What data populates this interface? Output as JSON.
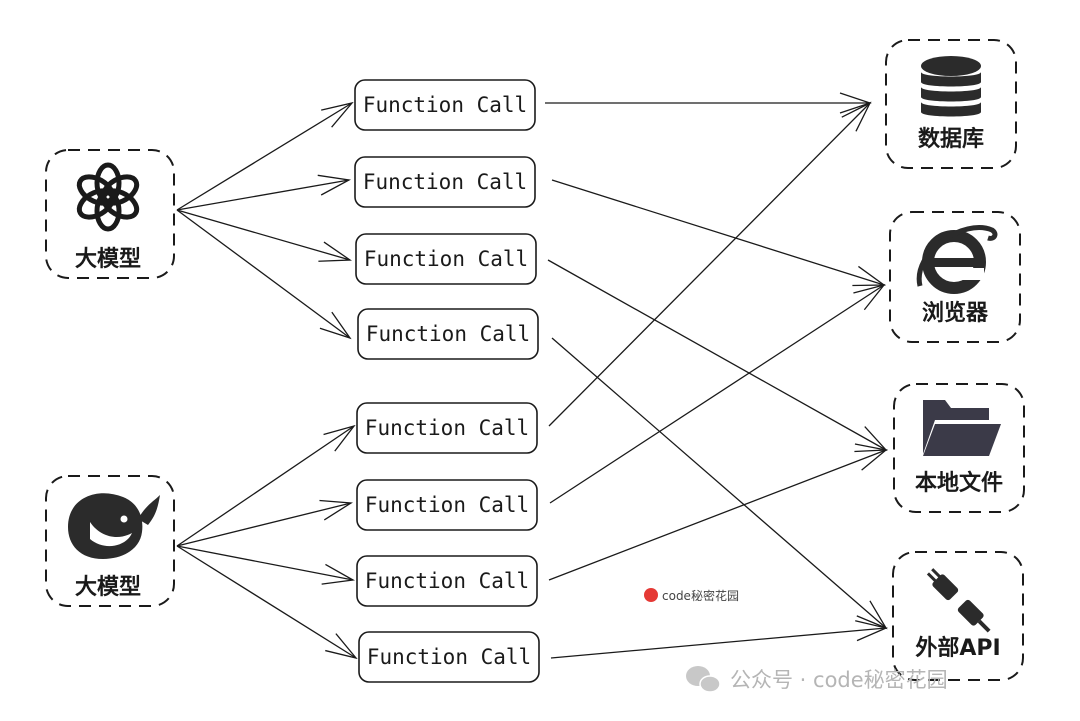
{
  "sources": [
    {
      "id": "llm-openai",
      "label": "大模型",
      "icon": "openai-logo-icon"
    },
    {
      "id": "llm-deepseek",
      "label": "大模型",
      "icon": "whale-logo-icon"
    }
  ],
  "function_calls": [
    {
      "label": "Function Call",
      "source": 0,
      "target": 0
    },
    {
      "label": "Function Call",
      "source": 0,
      "target": 1
    },
    {
      "label": "Function Call",
      "source": 0,
      "target": 2
    },
    {
      "label": "Function Call",
      "source": 0,
      "target": 3
    },
    {
      "label": "Function Call",
      "source": 1,
      "target": 0
    },
    {
      "label": "Function Call",
      "source": 1,
      "target": 1
    },
    {
      "label": "Function Call",
      "source": 1,
      "target": 2
    },
    {
      "label": "Function Call",
      "source": 1,
      "target": 3
    }
  ],
  "targets": [
    {
      "id": "database",
      "label": "数据库",
      "icon": "database-icon"
    },
    {
      "id": "browser",
      "label": "浏览器",
      "icon": "browser-e-icon"
    },
    {
      "id": "local-files",
      "label": "本地文件",
      "icon": "folder-icon"
    },
    {
      "id": "external-api",
      "label": "外部API",
      "icon": "plug-icon"
    }
  ],
  "watermark_small": "code秘密花园",
  "watermark": "公众号 · code秘密花园",
  "colors": {
    "stroke": "#1a1a1a",
    "folder": "#3b3a48",
    "watermark": "#b5b5b5"
  }
}
